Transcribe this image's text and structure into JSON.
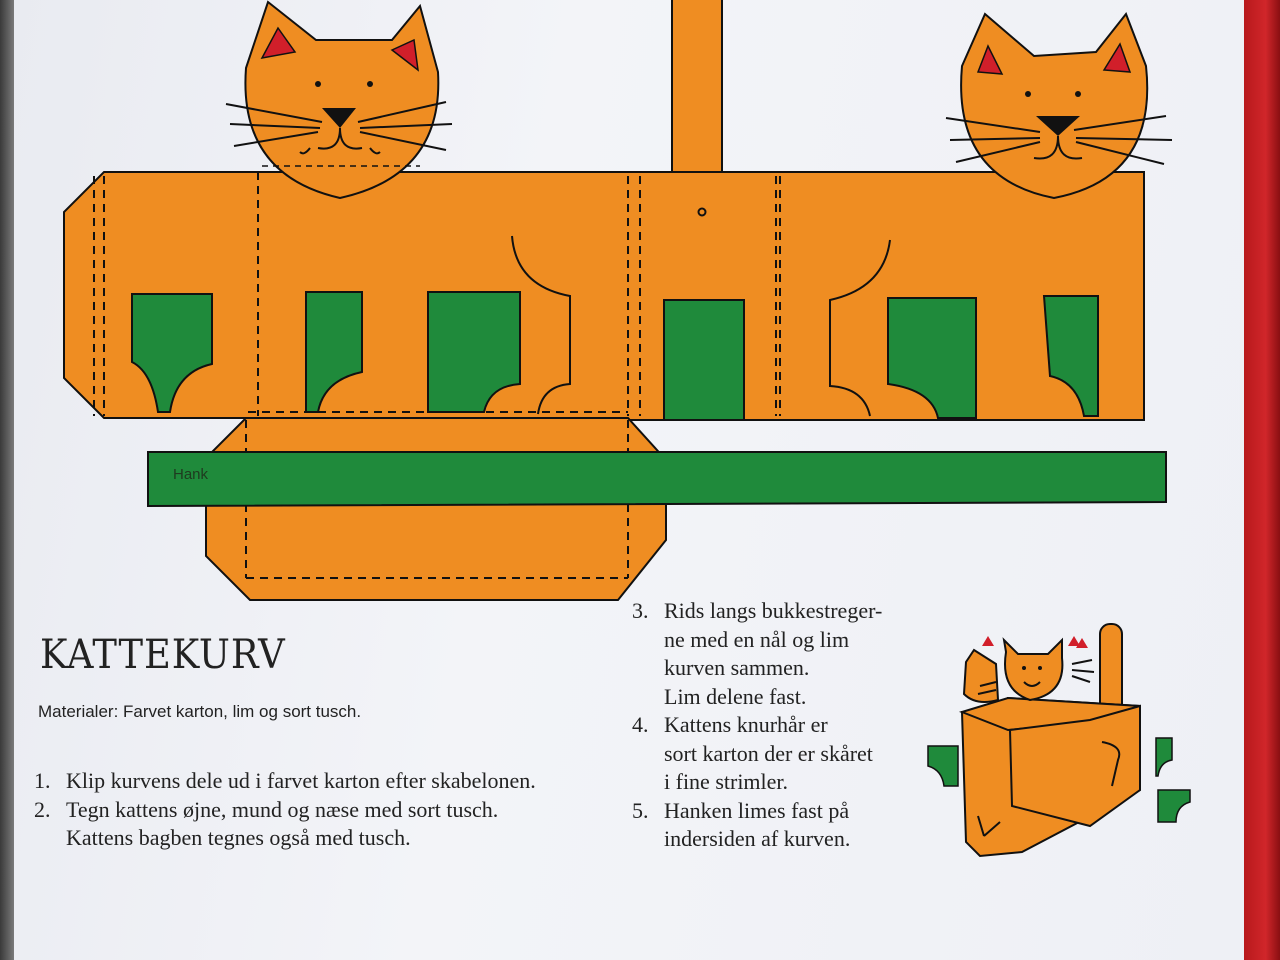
{
  "title": "KATTEKURV",
  "materials": "Materialer: Farvet karton, lim og sort tusch.",
  "handle_label": "Hank",
  "steps_left": [
    {
      "num": "1.",
      "lines": "Klip kurvens dele ud i farvet karton efter skabelonen."
    },
    {
      "num": "2.",
      "lines": "Tegn kattens øjne, mund og næse med sort tusch.\nKattens bagben tegnes også med tusch."
    }
  ],
  "steps_right": [
    {
      "num": "3.",
      "lines": "Rids langs bukkestreger-\nne med en nål og lim\nkurven sammen.\nLim delene fast."
    },
    {
      "num": "4.",
      "lines": "Kattens knurhår er\nsort karton der er skåret\ni fine strimler."
    },
    {
      "num": "5.",
      "lines": "Hanken limes fast på\nindersiden af kurven."
    }
  ],
  "colors": {
    "orange": "#ef8d22",
    "green": "#1f8a3b",
    "red": "#d11f2a",
    "outline": "#111111"
  }
}
